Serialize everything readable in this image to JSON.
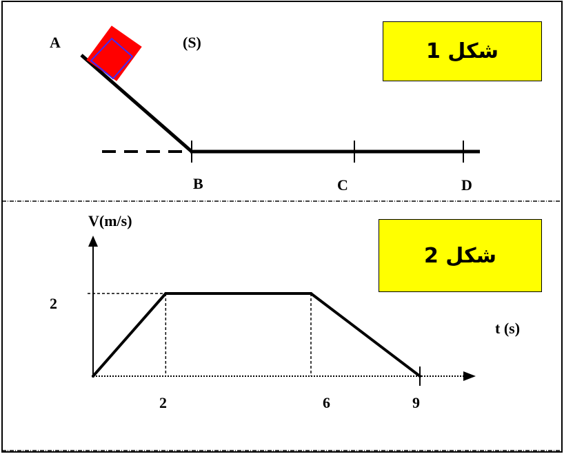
{
  "figure1": {
    "title": "شكل 1",
    "point_labels": {
      "A": "A",
      "S": "(S)",
      "B": "B",
      "C": "C",
      "D": "D"
    },
    "colors": {
      "block_fill": "#ff0000",
      "block_outline": "#0000ff",
      "title_box": "#ffff00"
    }
  },
  "figure2": {
    "title": "شكل 2",
    "y_axis_label": "V(m/s)",
    "x_axis_label": "t (s)",
    "y_tick_label": "2",
    "x_tick_labels": [
      "2",
      "6",
      "9"
    ],
    "chart_data": {
      "type": "line",
      "x": [
        0,
        2,
        6,
        9
      ],
      "y": [
        0,
        2,
        2,
        0
      ],
      "xlabel": "t (s)",
      "ylabel": "V(m/s)",
      "x_ticks": [
        2,
        6,
        9
      ],
      "y_ticks": [
        2
      ]
    }
  }
}
